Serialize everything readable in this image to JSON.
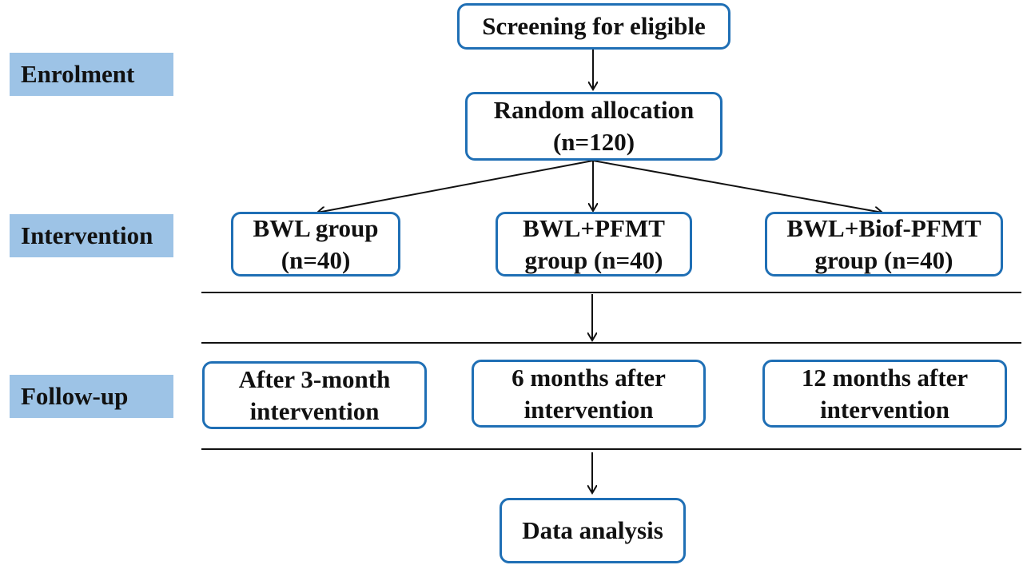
{
  "stages": {
    "enrolment": "Enrolment",
    "intervention": "Intervention",
    "followup": "Follow-up"
  },
  "boxes": {
    "screening": {
      "line1": "Screening for eligible"
    },
    "random": {
      "line1": "Random allocation",
      "line2": "(n=120)"
    },
    "group_bwl": {
      "line1": "BWL group",
      "line2": "(n=40)"
    },
    "group_pfmt": {
      "line1": "BWL+PFMT",
      "line2": "group (n=40)"
    },
    "group_biof": {
      "line1": "BWL+Biof-PFMT",
      "line2": "group (n=40)"
    },
    "fu_3": {
      "line1": "After 3-month",
      "line2": "intervention"
    },
    "fu_6": {
      "line1": "6 months after",
      "line2": "intervention"
    },
    "fu_12": {
      "line1": "12 months after",
      "line2": "intervention"
    },
    "analysis": {
      "line1": "Data analysis"
    }
  },
  "colors": {
    "box_border": "#1f6fb5",
    "stage_fill": "#9dc3e6",
    "line": "#111111"
  }
}
